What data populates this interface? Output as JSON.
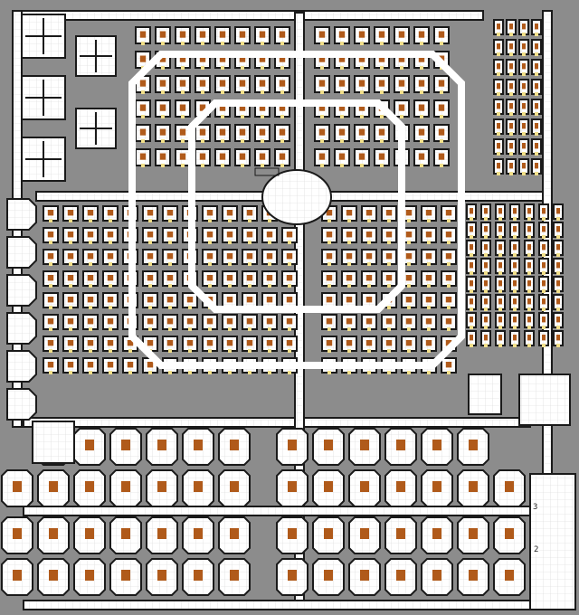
{
  "map": {
    "colors": {
      "background": "#8c8c8c",
      "wall": "#1a1a1a",
      "floor": "#ffffff",
      "grid": "#d0d0d0",
      "door": "#f2e08a",
      "furniture": "#b05a1a",
      "trap": "#d04040"
    },
    "room_labels": [
      {
        "id": "3",
        "label": "3"
      },
      {
        "id": "2",
        "label": "2"
      }
    ]
  }
}
